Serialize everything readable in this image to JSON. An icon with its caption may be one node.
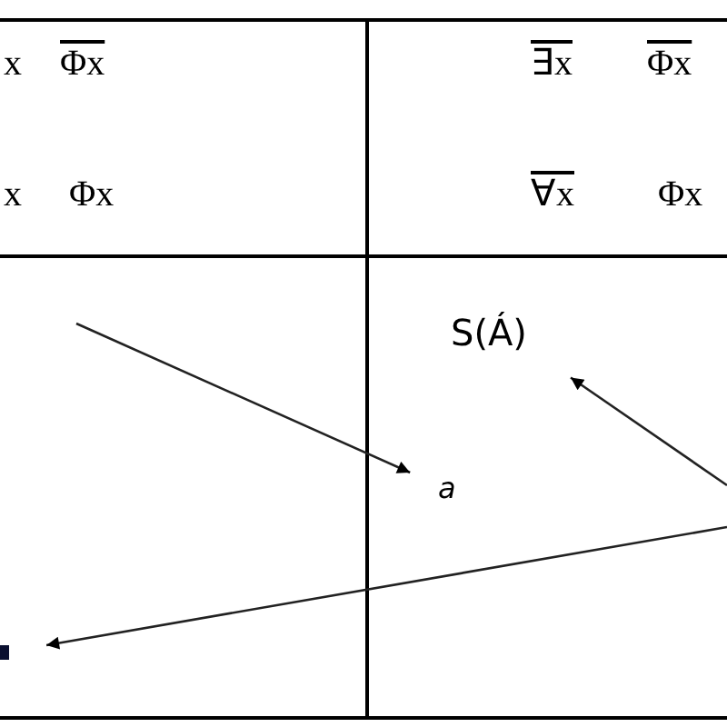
{
  "diagram": {
    "nodes": [
      {
        "text": [
          "S(Á)"
        ]
      },
      {
        "text": [
          "a"
        ]
      },
      {
        "text": [],
        "shape": "box"
      }
    ],
    "edges": [
      {
        "from": null,
        "to": 1,
        "arrow": "to"
      },
      {
        "from": null,
        "to": 0,
        "arrow": "to"
      },
      {
        "from": null,
        "to": 2,
        "arrow": "to"
      }
    ],
    "labels": [
      "x",
      "Φx",
      "∃x",
      "Φx",
      "x",
      "Φx",
      "∀x",
      "Φx"
    ]
  }
}
